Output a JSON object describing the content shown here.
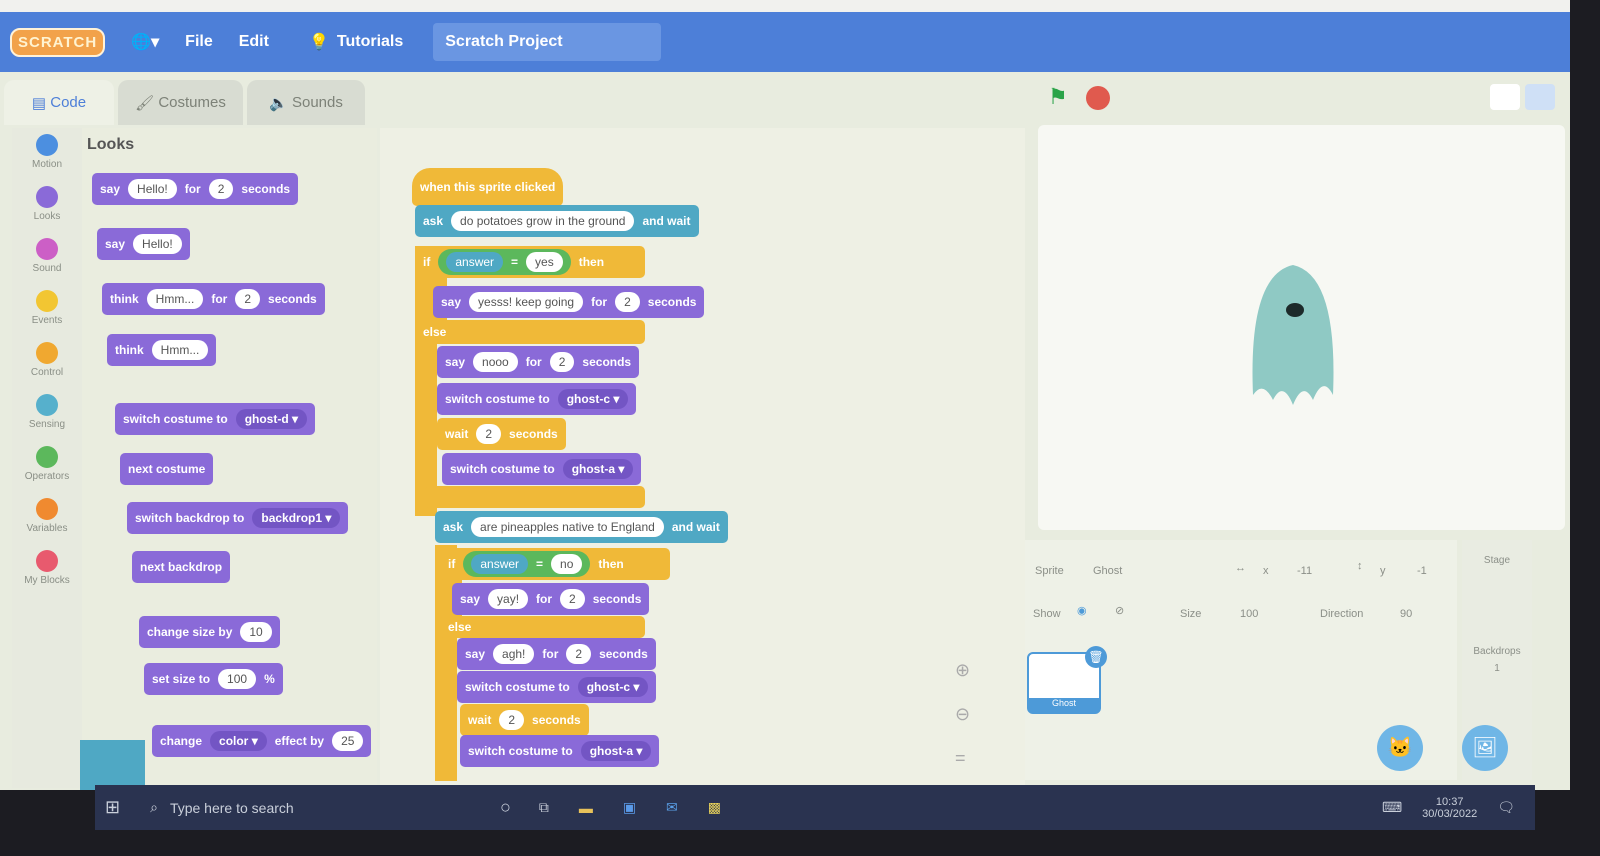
{
  "menu": {
    "logo": "SCRATCH",
    "file": "File",
    "edit": "Edit",
    "tutorials": "Tutorials",
    "project_title": "Scratch Project"
  },
  "tabs": {
    "code": "Code",
    "costumes": "Costumes",
    "sounds": "Sounds"
  },
  "categories": [
    {
      "label": "Motion",
      "color": "#4c8fe0"
    },
    {
      "label": "Looks",
      "color": "#8a6ad8"
    },
    {
      "label": "Sound",
      "color": "#cc5fc6"
    },
    {
      "label": "Events",
      "color": "#f2c632"
    },
    {
      "label": "Control",
      "color": "#f0a830"
    },
    {
      "label": "Sensing",
      "color": "#56b0cc"
    },
    {
      "label": "Operators",
      "color": "#5cb85c"
    },
    {
      "label": "Variables",
      "color": "#f08a30"
    },
    {
      "label": "My Blocks",
      "color": "#e85a6e"
    }
  ],
  "palette": {
    "heading": "Looks",
    "blocks": {
      "say_for": {
        "a": "say",
        "msg": "Hello!",
        "b": "for",
        "n": "2",
        "c": "seconds"
      },
      "say": {
        "a": "say",
        "msg": "Hello!"
      },
      "think_for": {
        "a": "think",
        "msg": "Hmm...",
        "b": "for",
        "n": "2",
        "c": "seconds"
      },
      "think": {
        "a": "think",
        "msg": "Hmm..."
      },
      "switch_costume": {
        "a": "switch costume to",
        "v": "ghost-d"
      },
      "next_costume": "next costume",
      "switch_backdrop": {
        "a": "switch backdrop to",
        "v": "backdrop1"
      },
      "next_backdrop": "next backdrop",
      "change_size": {
        "a": "change size by",
        "v": "10"
      },
      "set_size": {
        "a": "set size to",
        "v": "100",
        "c": "%"
      },
      "change_effect": {
        "a": "change",
        "v": "color",
        "b": "effect by",
        "n": "25"
      }
    }
  },
  "script": {
    "hat": "when this sprite clicked",
    "ask1": {
      "a": "ask",
      "q": "do potatoes grow in the ground",
      "b": "and wait"
    },
    "if1": {
      "a": "if",
      "var": "answer",
      "op": "=",
      "val": "yes",
      "b": "then"
    },
    "say1": {
      "a": "say",
      "msg": "yesss! keep going",
      "b": "for",
      "n": "2",
      "c": "seconds"
    },
    "else": "else",
    "say2": {
      "a": "say",
      "msg": "nooo",
      "b": "for",
      "n": "2",
      "c": "seconds"
    },
    "sw1": {
      "a": "switch costume to",
      "v": "ghost-c"
    },
    "wait1": {
      "a": "wait",
      "n": "2",
      "c": "seconds"
    },
    "sw2": {
      "a": "switch costume to",
      "v": "ghost-a"
    },
    "ask2": {
      "a": "ask",
      "q": "are pineapples native to England",
      "b": "and wait"
    },
    "if2": {
      "a": "if",
      "var": "answer",
      "op": "=",
      "val": "no",
      "b": "then"
    },
    "say3": {
      "a": "say",
      "msg": "yay!",
      "b": "for",
      "n": "2",
      "c": "seconds"
    },
    "say4": {
      "a": "say",
      "msg": "agh!",
      "b": "for",
      "n": "2",
      "c": "seconds"
    },
    "sw3": {
      "a": "switch costume to",
      "v": "ghost-c"
    },
    "wait2": {
      "a": "wait",
      "n": "2",
      "c": "seconds"
    },
    "sw4": {
      "a": "switch costume to",
      "v": "ghost-a"
    }
  },
  "sprite_info": {
    "sprite_label": "Sprite",
    "sprite_name": "Ghost",
    "x_label": "x",
    "x": "-11",
    "y_label": "y",
    "y": "-1",
    "show_label": "Show",
    "size_label": "Size",
    "size": "100",
    "direction_label": "Direction",
    "direction": "90",
    "thumb_name": "Ghost"
  },
  "stage_panel": {
    "title": "Stage",
    "backdrops_label": "Backdrops",
    "backdrops": "1"
  },
  "taskbar": {
    "search_placeholder": "Type here to search",
    "time": "10:37",
    "date": "30/03/2022"
  }
}
